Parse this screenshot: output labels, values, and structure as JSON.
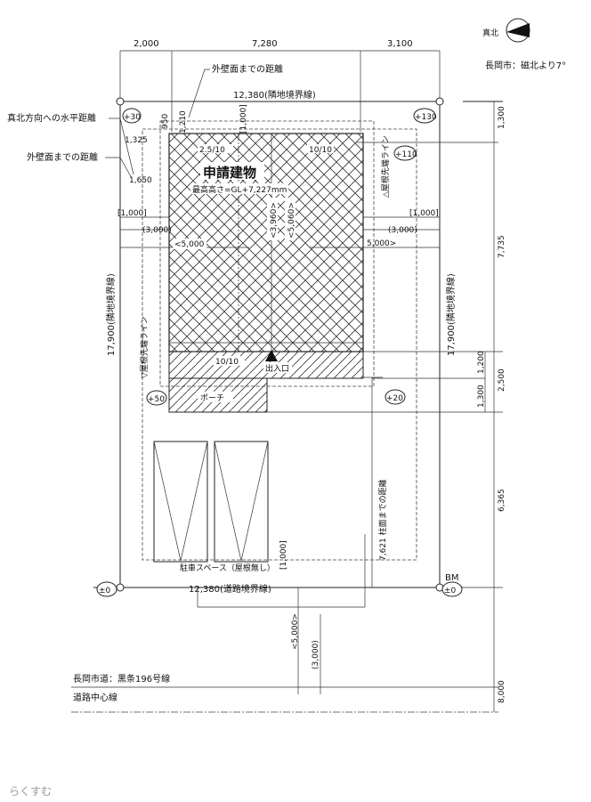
{
  "compass": {
    "label": "真北",
    "note": "長岡市：磁北より7°"
  },
  "top_dims": [
    "2,000",
    "7,280",
    "3,100"
  ],
  "labels": {
    "wall_distance_top": "外壁面までの距離",
    "boundary_top": "12,380(隣地境界線)",
    "north_horizontal": "真北方向への水平距離",
    "wall_distance_left": "外壁面までの距離",
    "building": "申請建物",
    "max_height": "最高高さ=GL+7,227mm",
    "roof_line_right": "△屋根先端ライン",
    "roof_line_left": "▽屋根先端ライン",
    "boundary_left": "17,900(隣地境界線)",
    "boundary_right": "17,900(隣地境界線)",
    "slope_a": "2.5/10",
    "slope_b": "10/10",
    "slope_c": "10/10",
    "entrance": "出入口",
    "porch": "ポーチ",
    "parking": "駐車スペース（屋根無し）",
    "road_boundary": "12,380(道路境界線)",
    "column_distance": "7,621 柱面までの距離",
    "bm": "BM",
    "road_name": "長岡市道：黒条196号線",
    "road_center": "道路中心線"
  },
  "dims": {
    "d950": "950",
    "d1210": "1,210",
    "d1325": "1,325",
    "d1650": "1,650",
    "d1000a": "[1,000]",
    "d1000b": "[1,000]",
    "d1000c": "[1,000]",
    "d1000d": "[1,000]",
    "d3000a": "(3,000)",
    "d3000b": "(3,000)",
    "d3000c": "(3,000)",
    "d5000a": "<5,000",
    "d5000b": "5,000>",
    "d5000c": "<5,000>",
    "d3960": "<3,960>",
    "d5060": "<5,060>",
    "r1300": "1,300",
    "r7735": "7,735",
    "r1200": "1,200",
    "r1300b": "1,300",
    "r2500": "2,500",
    "r6365": "6,365",
    "r8000": "8,000"
  },
  "levels": [
    "+30",
    "+130",
    "+110",
    "+50",
    "+20",
    "±0",
    "±0"
  ],
  "footer": {
    "logo": "らくすむ"
  }
}
